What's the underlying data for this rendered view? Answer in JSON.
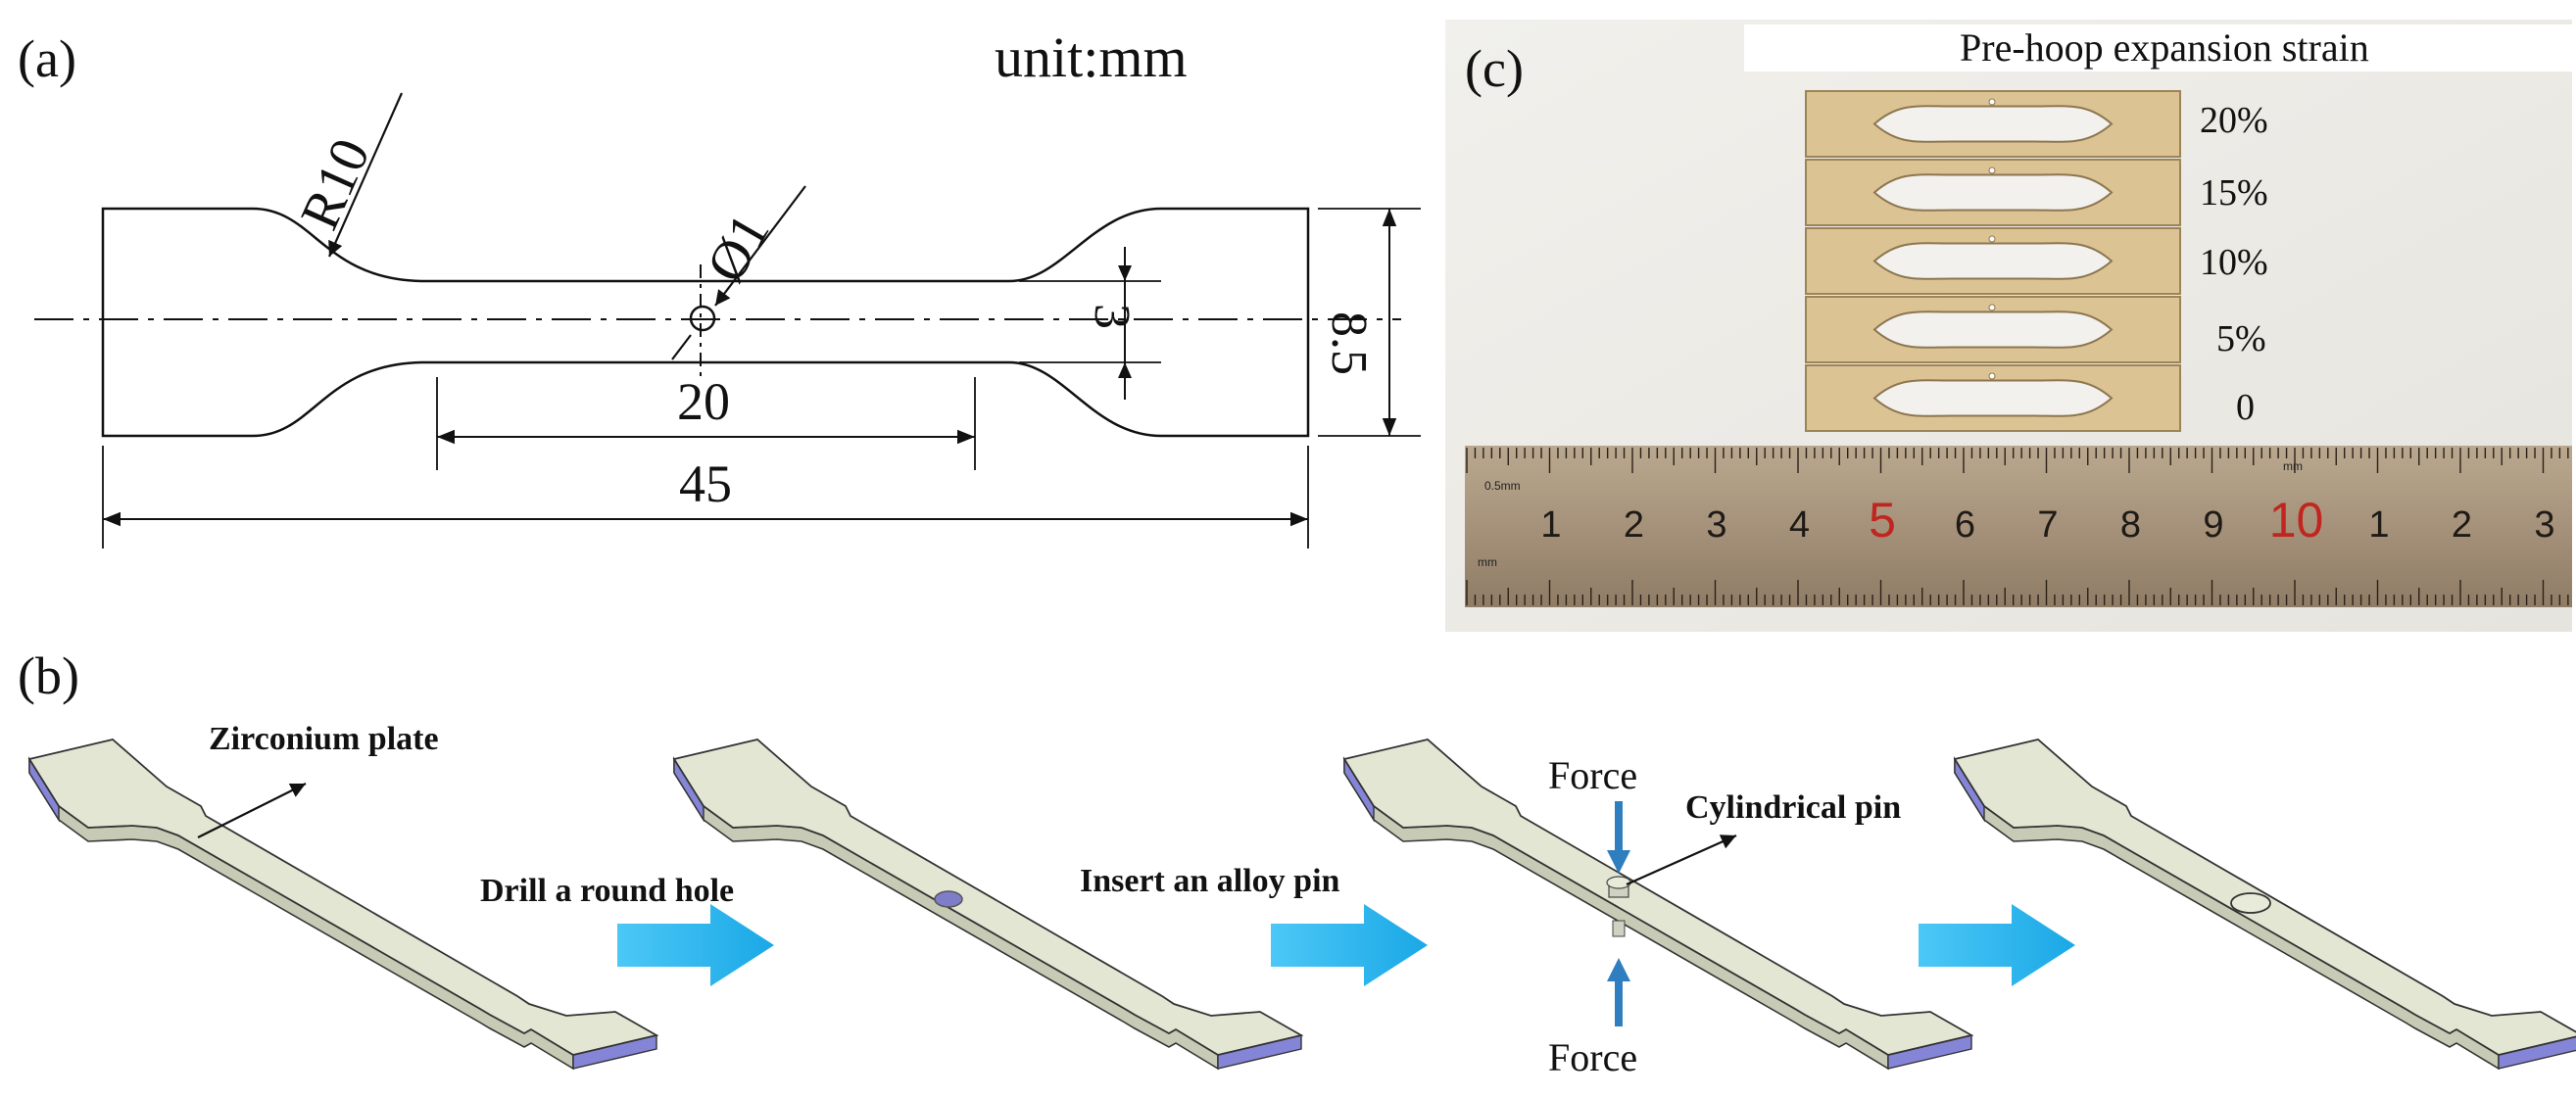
{
  "panel_a": {
    "label": "(a)",
    "unit": "unit:mm",
    "radius_label": "R10",
    "hole_label": "Ø1",
    "gauge_width": "3",
    "grip_width": "8.5",
    "gauge_length": "20",
    "total_length": "45"
  },
  "panel_b": {
    "label": "(b)",
    "plate_label": "Zirconium plate",
    "step1": "Drill a round hole",
    "step2": "Insert an alloy pin",
    "force_top": "Force",
    "force_bottom": "Force",
    "pin_label": "Cylindrical pin"
  },
  "panel_c": {
    "label": "(c)",
    "header": "Pre-hoop expansion strain",
    "strains": [
      "20%",
      "15%",
      "10%",
      "5%",
      "0"
    ],
    "ruler_numbers": [
      "1",
      "2",
      "3",
      "4",
      "5",
      "6",
      "7",
      "8",
      "9",
      "10",
      "1",
      "2",
      "3"
    ],
    "ruler_small_top": "0.5mm",
    "ruler_small_bottom": "mm",
    "ruler_mm_right": "mm"
  },
  "colors": {
    "plate_top": "#e3e6d3",
    "plate_side": "#c7cab4",
    "plate_end": "#8585d8",
    "arrow_blue": "#29b6ee",
    "force_arrow": "#2f7fc0",
    "specimen_gold": "#dcc394",
    "ruler": "#a8957c",
    "ruler_red": "#c0261f"
  }
}
